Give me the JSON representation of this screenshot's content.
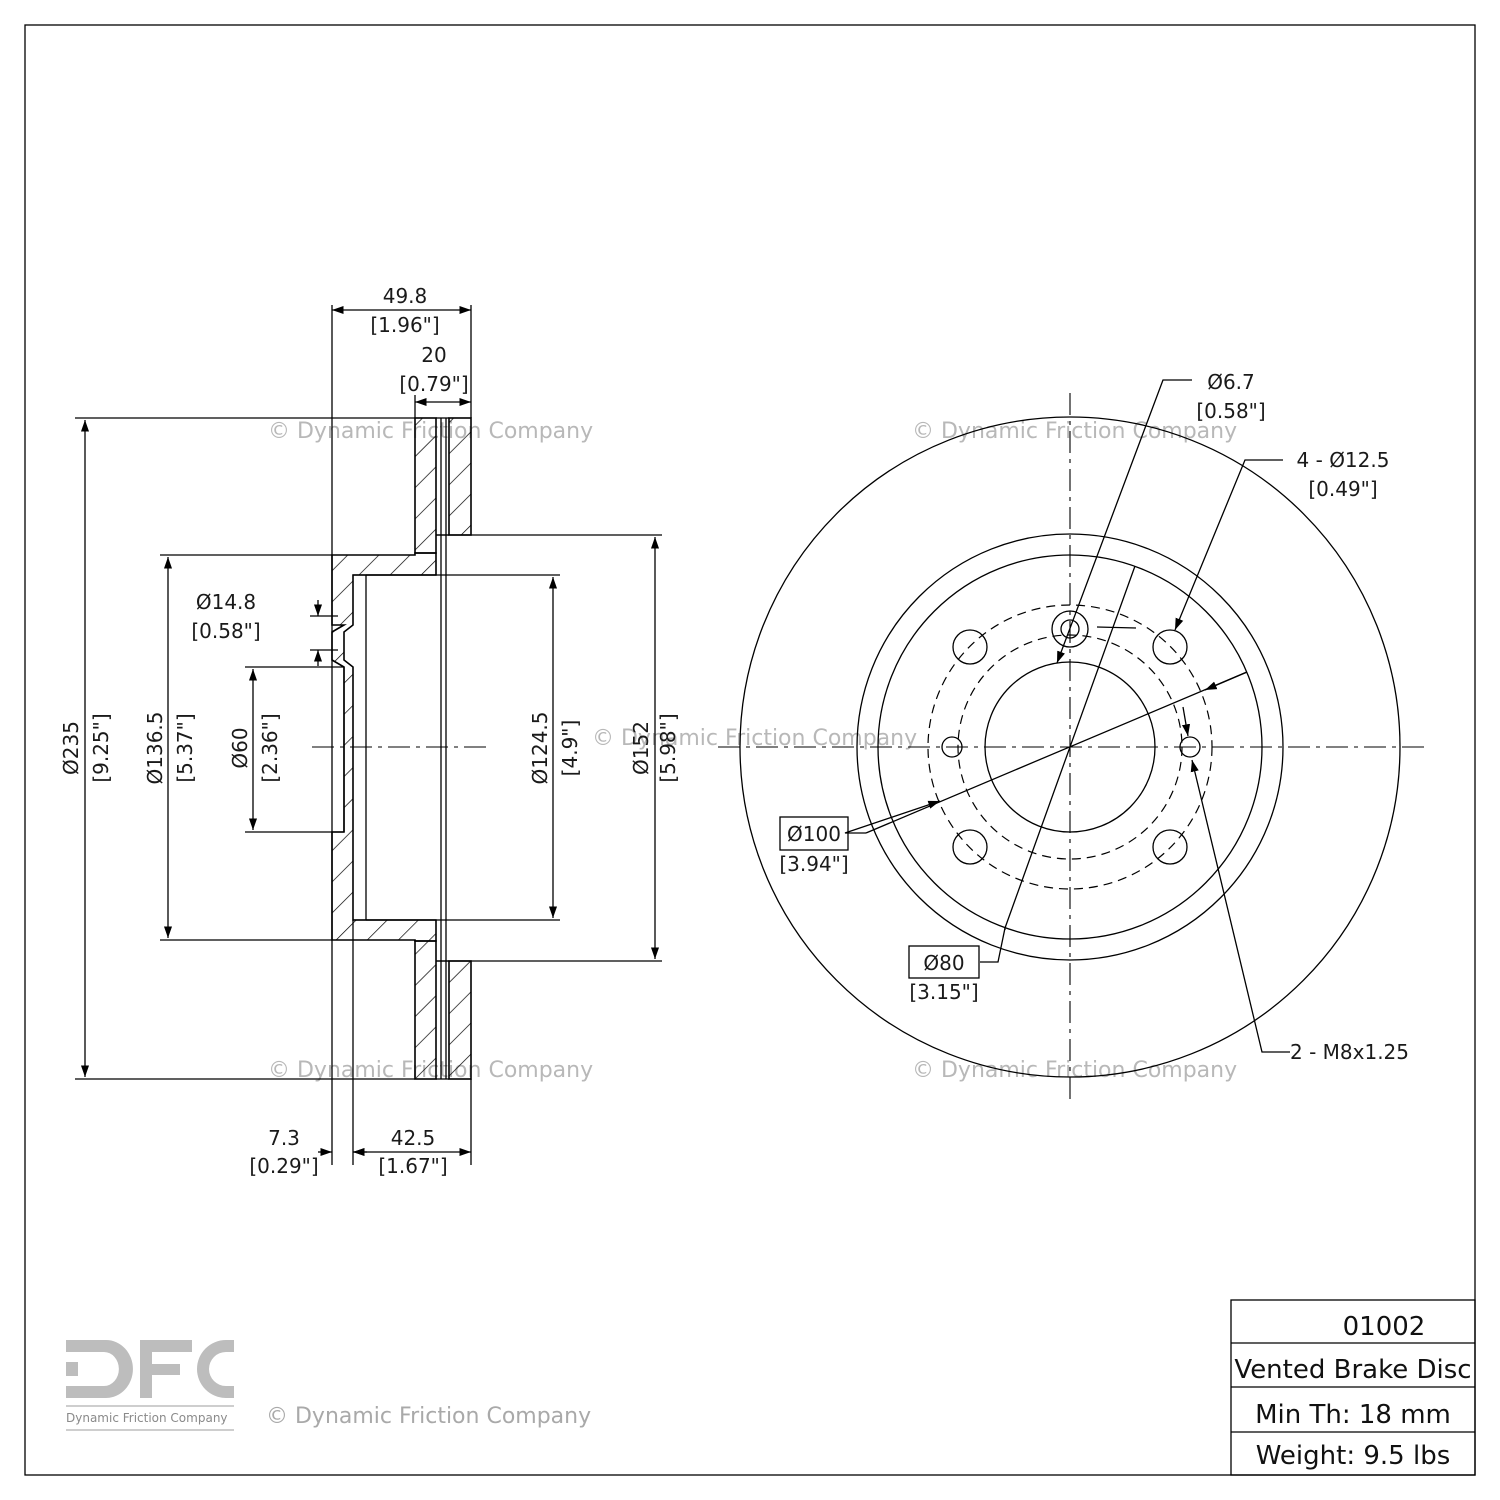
{
  "watermark": "© Dynamic Friction Company",
  "logo": {
    "letters": "DFC",
    "caption": "Dynamic Friction Company"
  },
  "title_block": {
    "part_number": "01002",
    "description": "Vented Brake Disc",
    "min_thickness": "Min Th: 18 mm",
    "weight": "Weight: 9.5 lbs"
  },
  "side_view": {
    "overall_width": {
      "mm": "49.8",
      "in": "[1.96\"]"
    },
    "disc_thickness": {
      "mm": "20",
      "in": "[0.79\"]"
    },
    "hat_depth": {
      "mm": "42.5",
      "in": "[1.67\"]"
    },
    "flange_thickness": {
      "mm": "7.3",
      "in": "[0.29\"]"
    },
    "outer_diameter": {
      "mm": "Ø235",
      "in": "[9.25\"]"
    },
    "hat_diameter": {
      "mm": "Ø136.5",
      "in": "[5.37\"]"
    },
    "hole_diameter": {
      "mm": "Ø14.8",
      "in": "[0.58\"]"
    },
    "center_bore": {
      "mm": "Ø60",
      "in": "[2.36\"]"
    },
    "inner_hat_diameter": {
      "mm": "Ø124.5",
      "in": "[4.9\"]"
    },
    "inner_friction_diameter": {
      "mm": "Ø152",
      "in": "[5.98\"]"
    }
  },
  "front_view": {
    "small_hole": {
      "mm": "Ø6.7",
      "in": "[0.58\"]"
    },
    "bolt_holes": {
      "mm": "4 - Ø12.5",
      "in": "[0.49\"]"
    },
    "bolt_circle": {
      "mm": "Ø100",
      "in": "[3.94\"]"
    },
    "center_bore": {
      "mm": "Ø80",
      "in": "[3.15\"]"
    },
    "threads": {
      "label": "2 - M8x1.25"
    }
  }
}
